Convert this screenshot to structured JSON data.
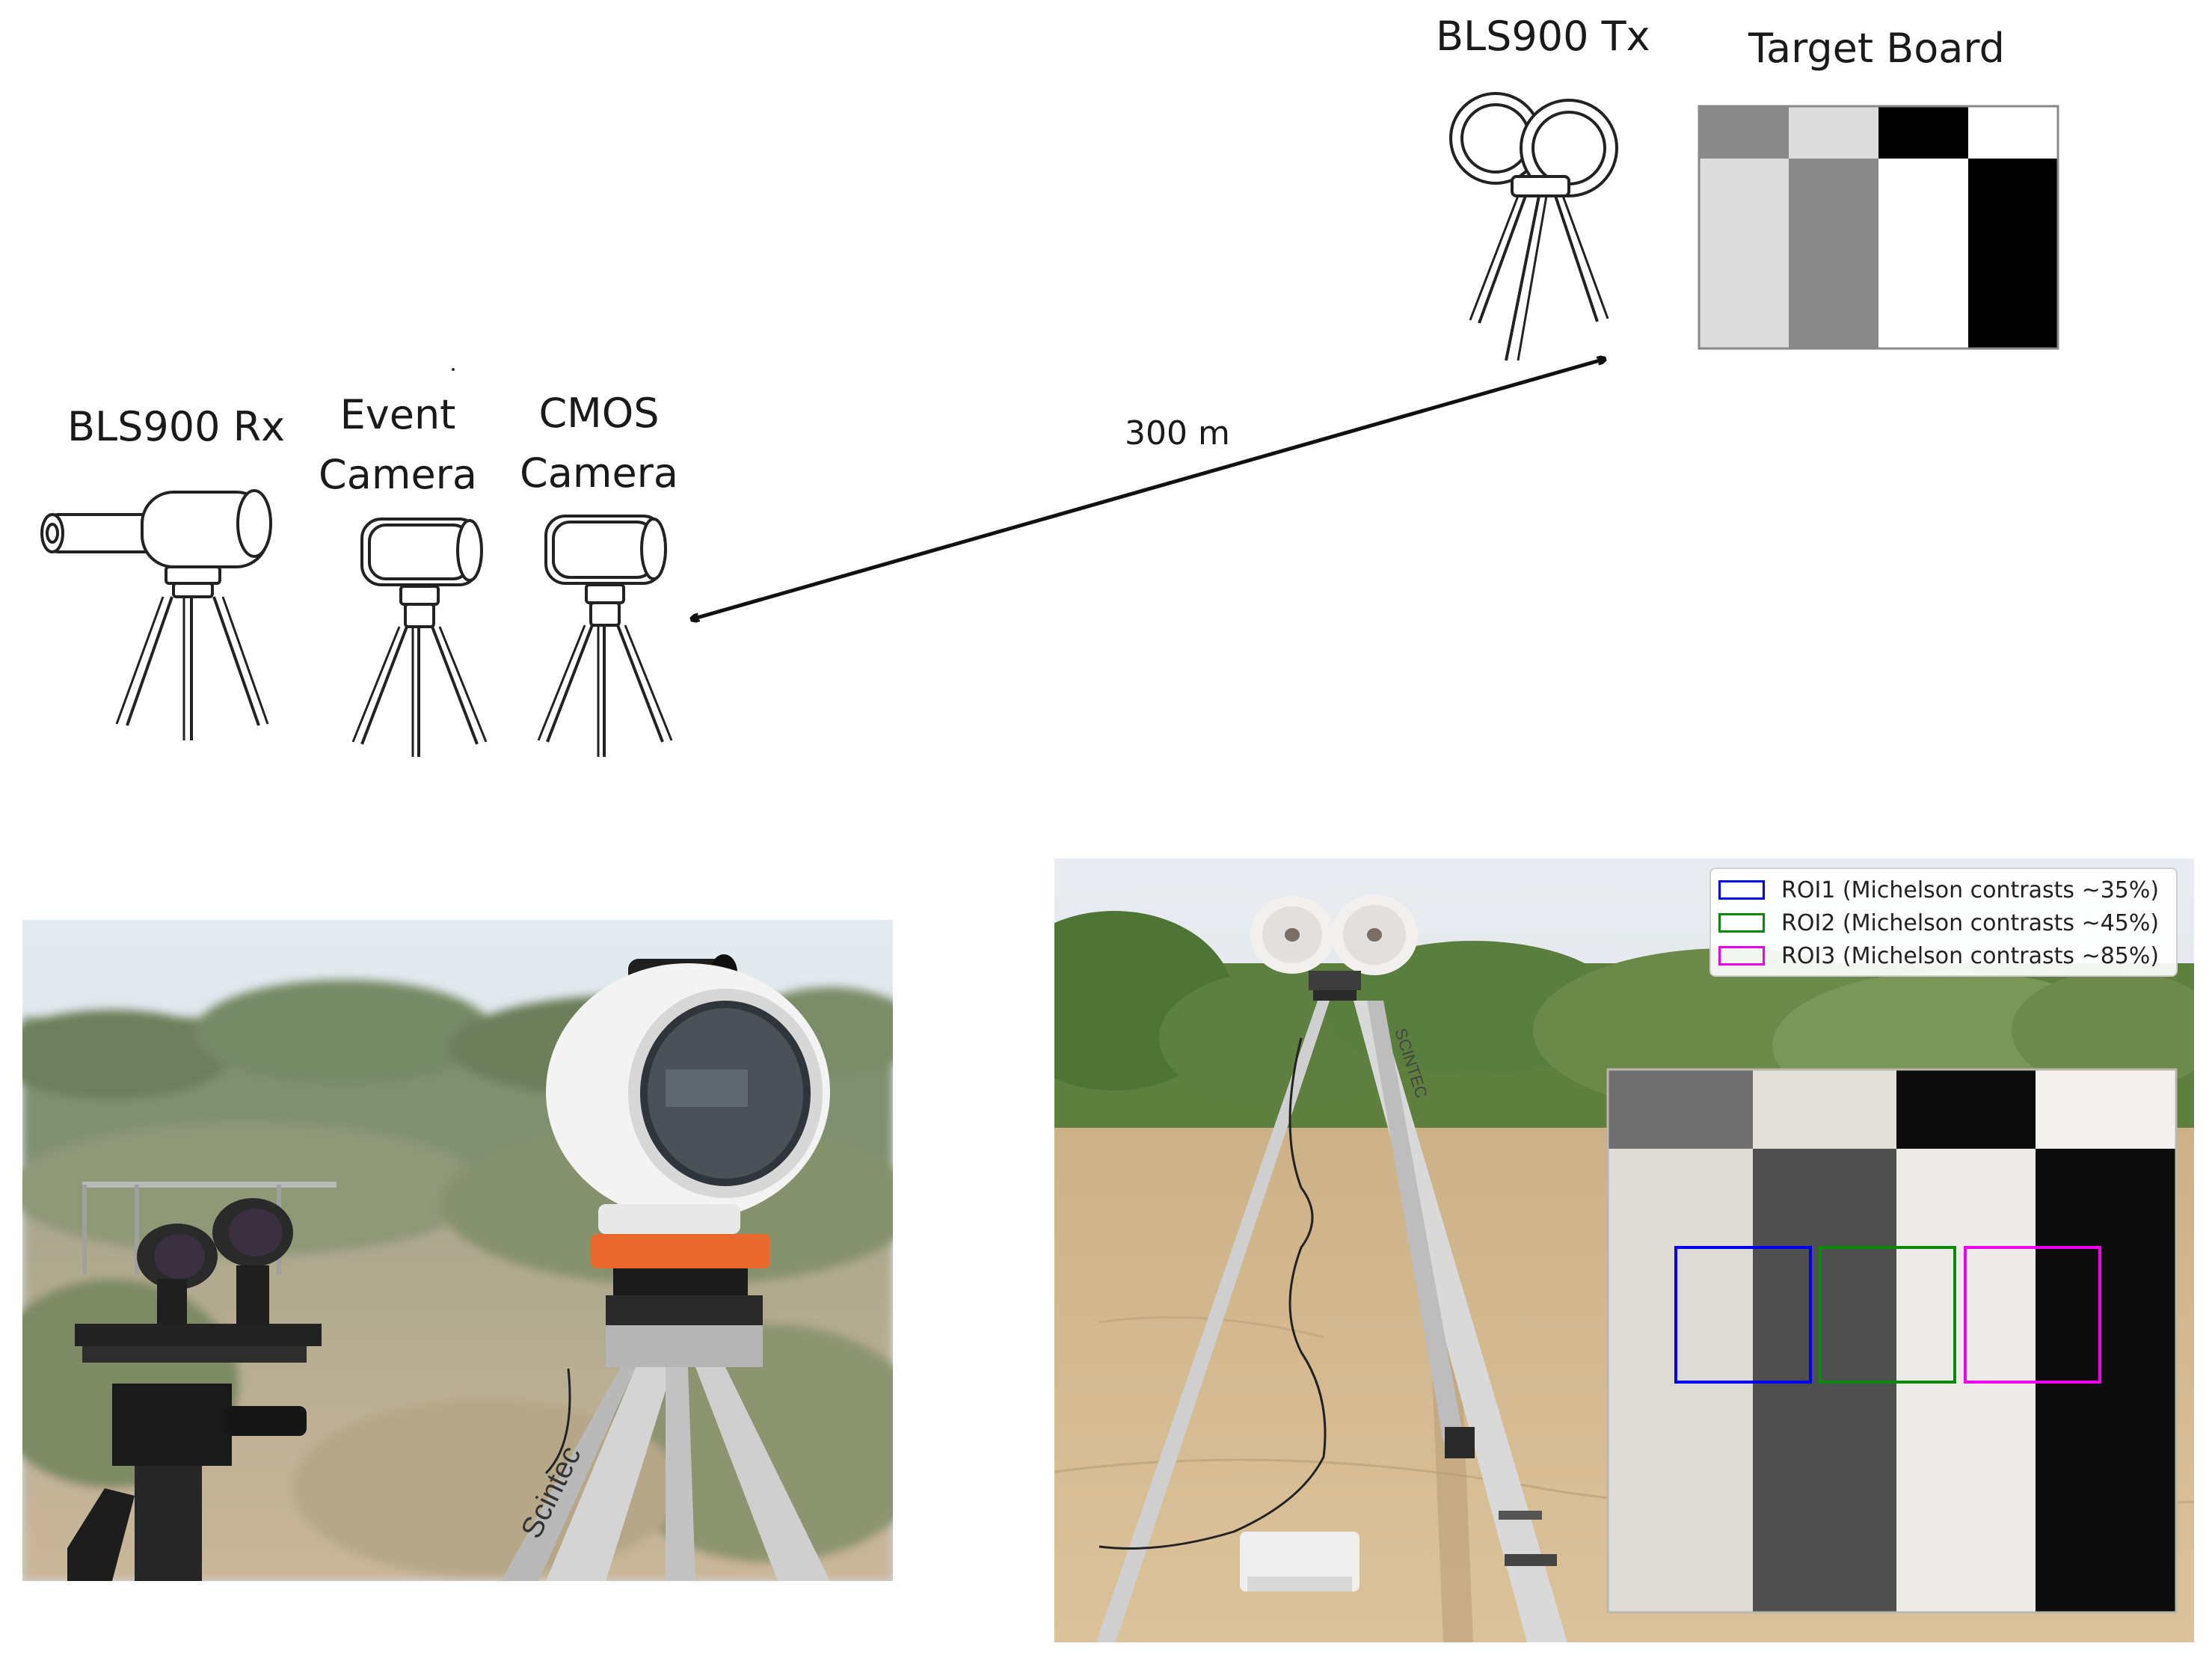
{
  "labels": {
    "rx": "BLS900 Rx",
    "event_line1": "Event",
    "event_line2": "Camera",
    "cmos_line1": "CMOS",
    "cmos_line2": "Camera",
    "distance": "300 m",
    "tx": "BLS900 Tx",
    "target": "Target Board"
  },
  "target_board": {
    "top_row": [
      "#8a8a8a",
      "#dcdcdc",
      "#000000",
      "#ffffff"
    ],
    "bottom_row": [
      "#dcdcdc",
      "#8a8a8a",
      "#ffffff",
      "#000000"
    ]
  },
  "legend": [
    {
      "label": "ROI1 (Michelson contrasts ~35%)",
      "color": "#0000ee"
    },
    {
      "label": "ROI2 (Michelson contrasts ~45%)",
      "color": "#0a8a0a"
    },
    {
      "label": "ROI3 (Michelson contrasts ~85%)",
      "color": "#ee00ee"
    }
  ],
  "photo_right_board": {
    "scintec_label": "SCINTEC"
  },
  "photo_left": {
    "scintec_label": "Scintec"
  }
}
